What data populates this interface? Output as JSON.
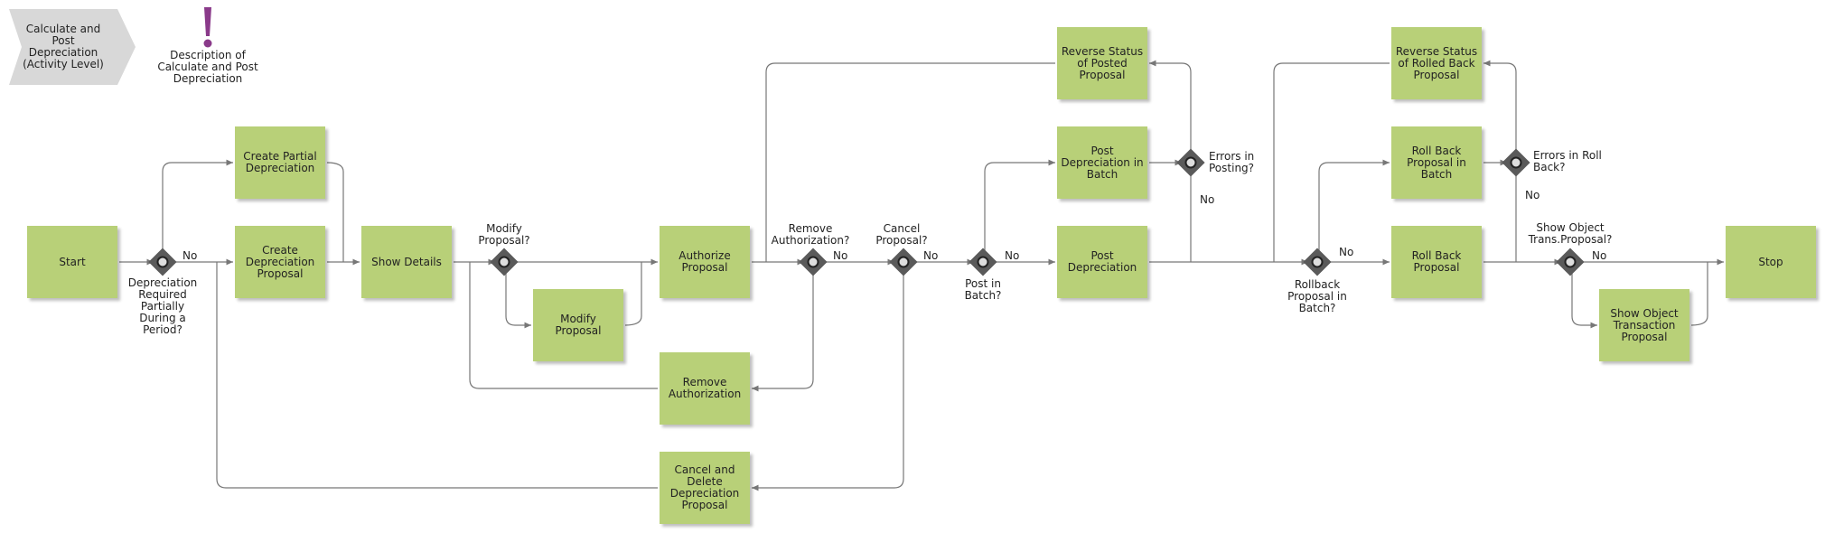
{
  "header": {
    "activity_title": "Calculate and Post Depreciation (Activity Level)",
    "description_title": "Description of Calculate and Post Depreciation"
  },
  "nodes": {
    "start": "Start",
    "create_partial": "Create Partial Depreciation",
    "create_proposal": "Create Depreciation Proposal",
    "show_details": "Show Details",
    "modify_proposal": "Modify Proposal",
    "authorize_proposal": "Authorize Proposal",
    "remove_authorization": "Remove Authorization",
    "cancel_delete": "Cancel and Delete Depreciation Proposal",
    "reverse_posted": "Reverse Status of Posted Proposal",
    "post_batch": "Post Depreciation in Batch",
    "post_depreciation": "Post Depreciation",
    "reverse_rolled": "Reverse Status of Rolled Back Proposal",
    "rollback_batch": "Roll Back Proposal in Batch",
    "rollback_proposal": "Roll Back Proposal",
    "show_object": "Show Object Transaction Proposal",
    "stop": "Stop"
  },
  "gateways": {
    "depr_partial": "Depreciation Required Partially During a Period?",
    "modify": "Modify Proposal?",
    "remove_auth": "Remove Authorization?",
    "cancel": "Cancel Proposal?",
    "post_in_batch": "Post in Batch?",
    "errors_posting": "Errors in Posting?",
    "rollback_batch": "Rollback Proposal in Batch?",
    "errors_rollback": "Errors in Roll Back?",
    "show_object": "Show Object Trans.Proposal?"
  },
  "edge_labels": {
    "no": "No"
  },
  "colors": {
    "activity": "#b8d078",
    "gateway": "#5a5a5a",
    "line": "#777777",
    "accent": "#8a3a8a",
    "header_shape": "#d8d8d8"
  }
}
